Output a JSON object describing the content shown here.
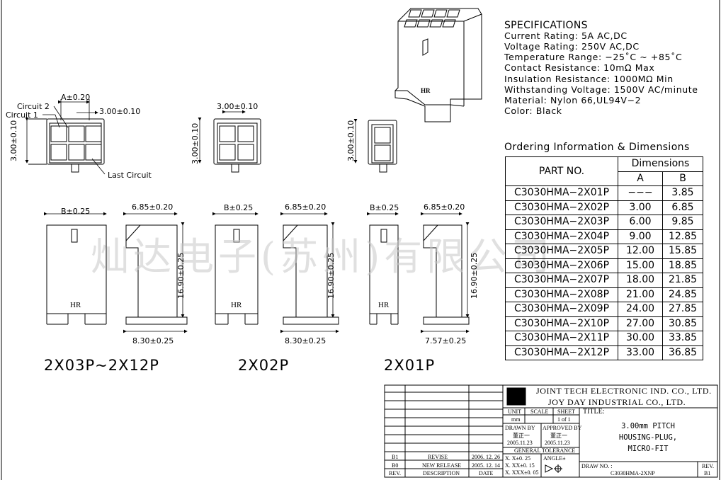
{
  "specifications": {
    "title": "SPECIFICATIONS",
    "lines": [
      "Current Rating: 5A AC,DC",
      "Voltage Rating: 250V AC,DC",
      "Temperature Range: −25˚C ~ +85˚C",
      "Contact Resistance: 10mΩ Max",
      "Insulation Resistance: 1000MΩ Min",
      "Withstanding Voltage: 1500V AC/minute",
      "Material: Nylon 66,UL94V−2",
      "Color: Black"
    ]
  },
  "ordering": {
    "title": "Ordering Information & Dimensions",
    "col_part": "PART NO.",
    "col_dimensions": "Dimensions",
    "col_a": "A",
    "col_b": "B",
    "rows": [
      {
        "part": "C3030HMA−2X01P",
        "a": "−−−",
        "b": "3.85"
      },
      {
        "part": "C3030HMA−2X02P",
        "a": "3.00",
        "b": "6.85"
      },
      {
        "part": "C3030HMA−2X03P",
        "a": "6.00",
        "b": "9.85"
      },
      {
        "part": "C3030HMA−2X04P",
        "a": "9.00",
        "b": "12.85"
      },
      {
        "part": "C3030HMA−2X05P",
        "a": "12.00",
        "b": "15.85"
      },
      {
        "part": "C3030HMA−2X06P",
        "a": "15.00",
        "b": "18.85"
      },
      {
        "part": "C3030HMA−2X07P",
        "a": "18.00",
        "b": "21.85"
      },
      {
        "part": "C3030HMA−2X08P",
        "a": "21.00",
        "b": "24.85"
      },
      {
        "part": "C3030HMA−2X09P",
        "a": "24.00",
        "b": "27.85"
      },
      {
        "part": "C3030HMA−2X10P",
        "a": "27.00",
        "b": "30.85"
      },
      {
        "part": "C3030HMA−2X11P",
        "a": "30.00",
        "b": "33.85"
      },
      {
        "part": "C3030HMA−2X12P",
        "a": "33.00",
        "b": "36.85"
      }
    ]
  },
  "drawing": {
    "circuit2": "Circuit 2",
    "circuit1": "Circuit 1",
    "last_circuit": "Last Circuit",
    "dim_a": "A±0.20",
    "dim_pitch": "3.00±0.10",
    "dim_b": "B±0.25",
    "dim_685": "6.85±0.20",
    "dim_1690": "16.90±0.25",
    "dim_830": "8.30±0.25",
    "dim_757": "7.57±0.25",
    "hr_mark": "HR",
    "label_multi": "2X03P~2X12P",
    "label_2x02": "2X02P",
    "label_2x01": "2X01P"
  },
  "watermark": "灿达电子(苏州)有限公司",
  "title_block": {
    "company1": "JOINT TECH ELECTRONIC IND. CO., LTD.",
    "company2": "JOY DAY INDUSTRIAL CO., LTD.",
    "unit_label": "UNIT",
    "unit_value": "mm",
    "scale_label": "SCALE",
    "sheet_label": "SHEET",
    "sheet_value": "1 of 1",
    "title_label": "TITLE:",
    "title_line1": "3.00mm PITCH",
    "title_line2": "HOUSING-PLUG,",
    "title_line3": "MICRO-FIT",
    "drawn_by_label": "DRAWN BY",
    "drawn_by_name": "董正一",
    "drawn_date": "2005.11.23",
    "approved_by_label": "APPROVED BY",
    "approved_by_name": "董正一",
    "approved_date": "2005.11.23",
    "general_tolerance": "GENERAL TOLERANCE",
    "tol1": "X. X±0. 25",
    "tol2": "X. XX±0. 15",
    "tol3": "X. XXX±0. 05",
    "angle_label": "ANGLE±",
    "drawno_label": "DRAW NO. :",
    "drawno_value": "C3030HMA-2XNP",
    "rev_label": "REV.",
    "rev_value": "B1",
    "rev_rows": [
      {
        "rev": "B1",
        "desc": "REVISE",
        "date": "2006. 12. 26"
      },
      {
        "rev": "B0",
        "desc": "NEW RELEASE",
        "date": "2005. 12. 14"
      }
    ],
    "hdr_rev": "REV.",
    "hdr_desc": "DESCRIPTION",
    "hdr_date": "DATE"
  }
}
